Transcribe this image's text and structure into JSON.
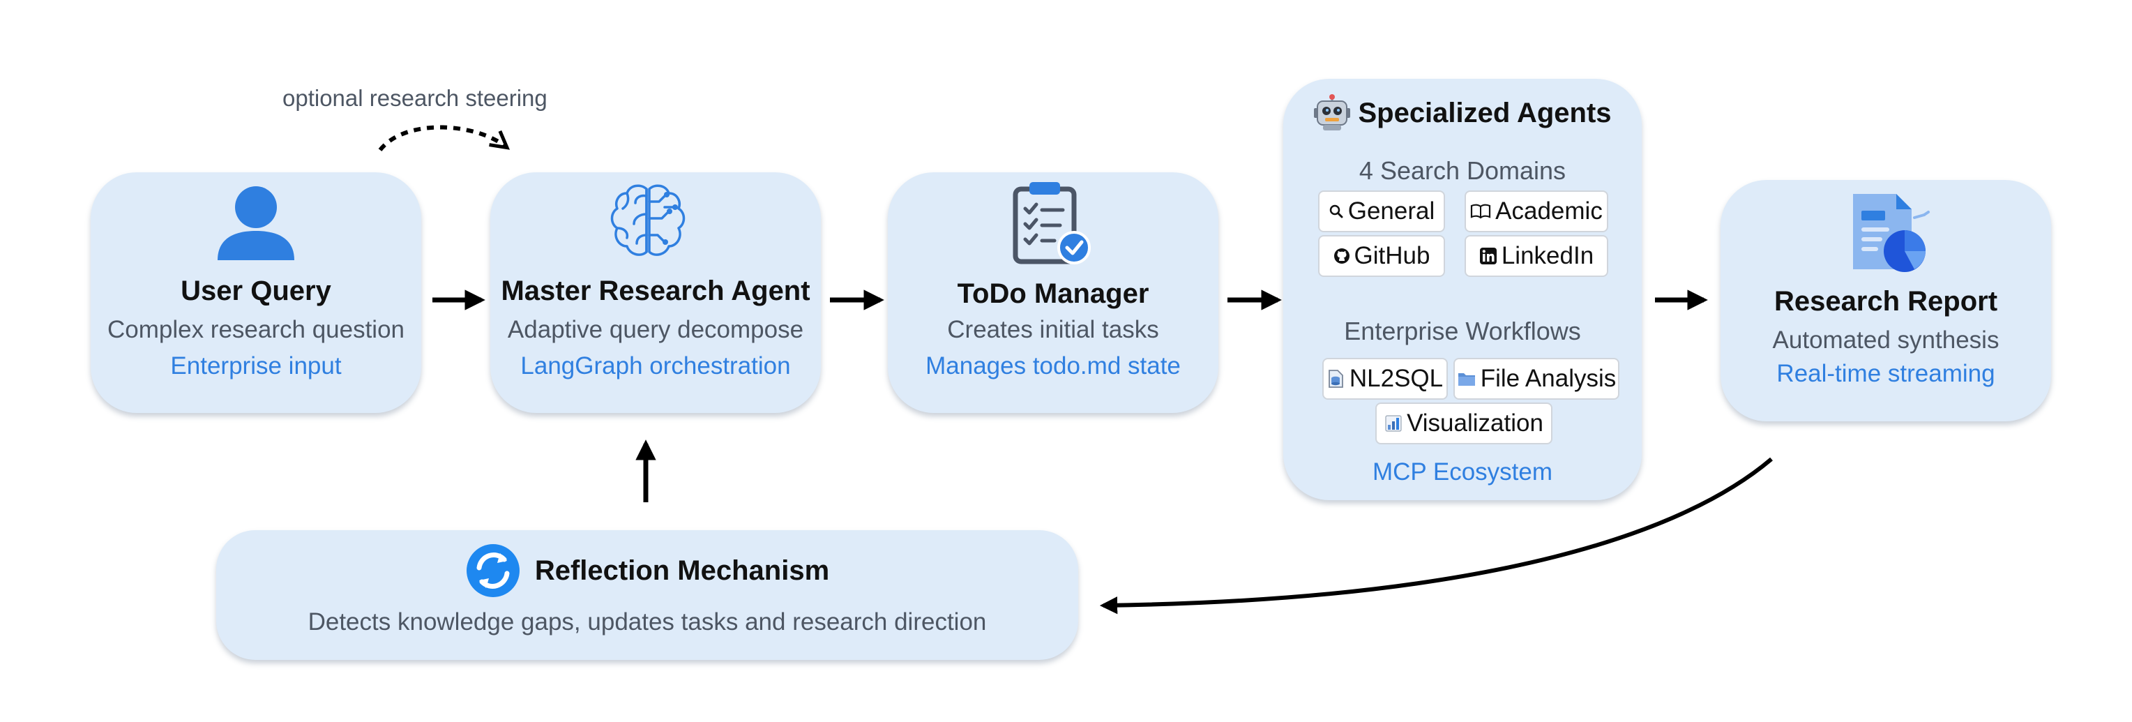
{
  "steering_label": "optional research steering",
  "nodes": {
    "user_query": {
      "title": "User Query",
      "subtitle": "Complex research question",
      "note": "Enterprise input"
    },
    "master_agent": {
      "title": "Master Research Agent",
      "subtitle": "Adaptive query decompose",
      "note": "LangGraph orchestration"
    },
    "todo_manager": {
      "title": "ToDo Manager",
      "subtitle": "Creates initial tasks",
      "note": "Manages todo.md state"
    },
    "specialized_agents": {
      "title": "Specialized Agents",
      "search_heading": "4 Search Domains",
      "search_domains": [
        "General",
        "Academic",
        "GitHub",
        "LinkedIn"
      ],
      "workflows_heading": "Enterprise Workflows",
      "workflows": [
        "NL2SQL",
        "File Analysis",
        "Visualization"
      ],
      "footer": "MCP Ecosystem"
    },
    "research_report": {
      "title": "Research Report",
      "subtitle": "Automated synthesis",
      "note": "Real-time streaming"
    },
    "reflection": {
      "title": "Reflection Mechanism",
      "subtitle": "Detects knowledge gaps, updates tasks and research direction"
    }
  },
  "colors": {
    "box_fill": "#deebf9",
    "accent_blue": "#2f7fe0",
    "text_gray": "#4d5663",
    "arrow": "#000000"
  }
}
